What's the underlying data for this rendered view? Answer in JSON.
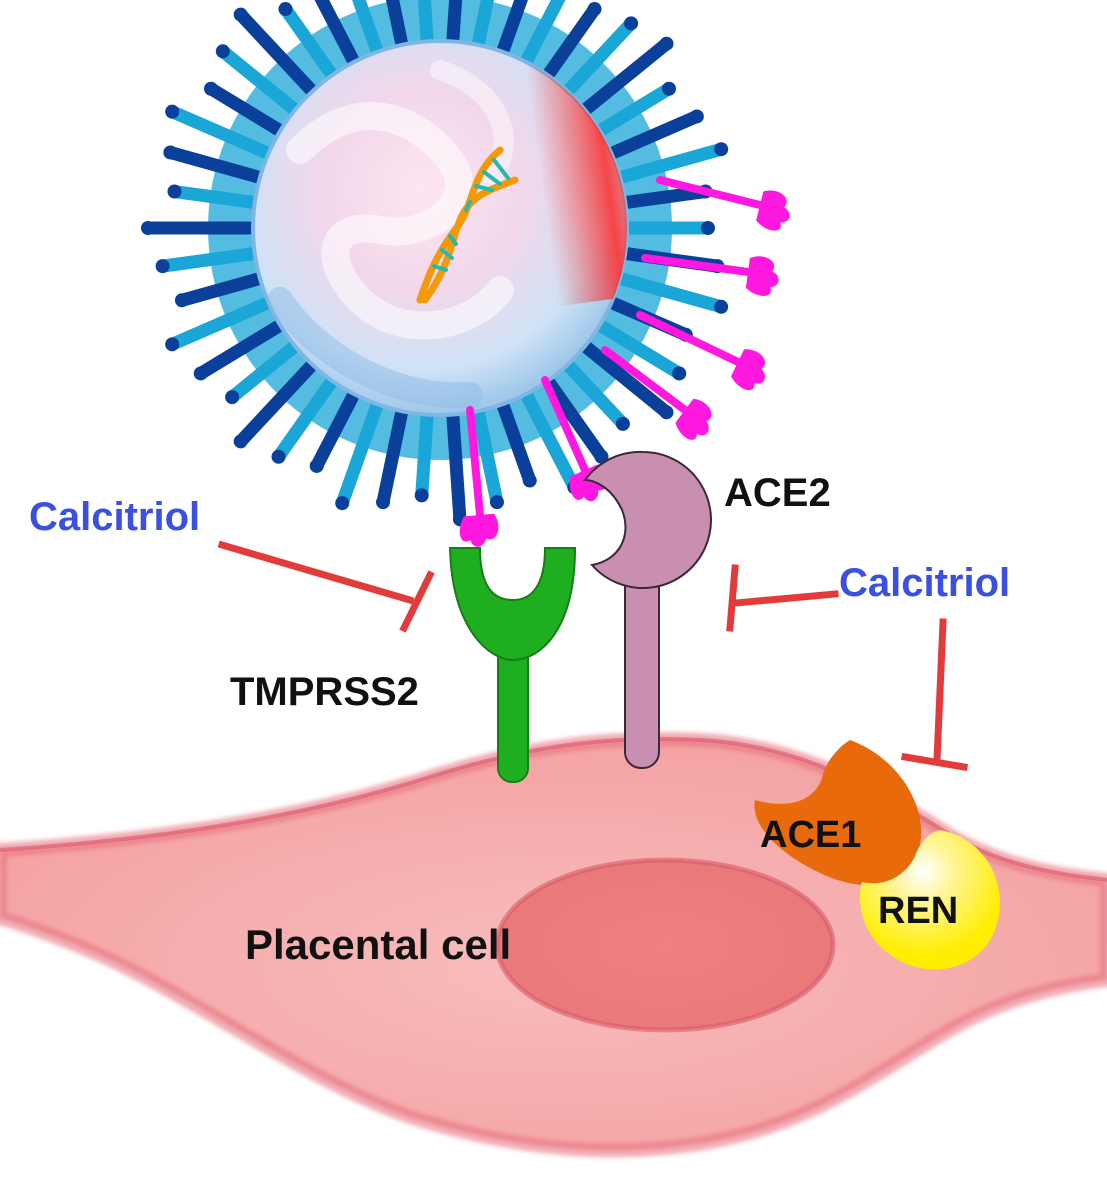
{
  "labels": {
    "calcitriol_left": "Calcitriol",
    "calcitriol_right": "Calcitriol",
    "ace2": "ACE2",
    "tmprss2": "TMPRSS2",
    "ace1": "ACE1",
    "ren": "REN",
    "placental_cell": "Placental cell"
  },
  "colors": {
    "calcitriol_text": "#3b4fe0",
    "inhibition": "#e23b3b",
    "virus_spikes": "#1aa6d6",
    "virus_dark": "#0a3f9a",
    "spike_protein": "#ff19e0",
    "tmprss2": "#1fae1f",
    "ace2": "#c98fb0",
    "ace1": "#e86a0a",
    "ren": "#ffef1a",
    "cell": "#f4a6a6",
    "nucleus": "#ec8686"
  },
  "icons": [
    "virus-particle",
    "rna-helix",
    "inhibition-arrow"
  ]
}
